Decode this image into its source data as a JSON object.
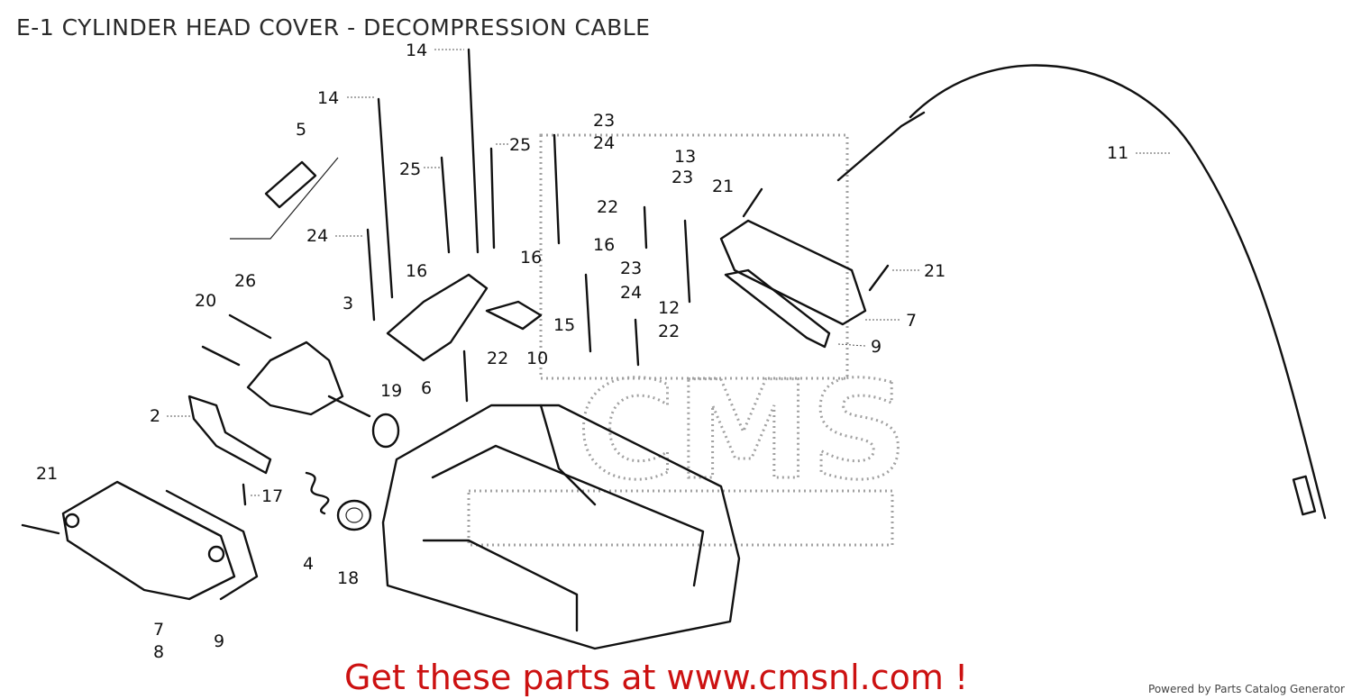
{
  "title": "E-1 CYLINDER HEAD COVER - DECOMPRESSION CABLE",
  "watermark": {
    "logo_text": "CMS"
  },
  "promo_text": "Get these parts at www.cmsnl.com !",
  "powered_by": "Powered by Parts Catalog Generator",
  "callouts": [
    {
      "id": "c-14a",
      "label": "14"
    },
    {
      "id": "c-14b",
      "label": "14"
    },
    {
      "id": "c-5",
      "label": "5"
    },
    {
      "id": "c-25a",
      "label": "25"
    },
    {
      "id": "c-25b",
      "label": "25"
    },
    {
      "id": "c-23a",
      "label": "23"
    },
    {
      "id": "c-24a",
      "label": "24"
    },
    {
      "id": "c-13",
      "label": "13"
    },
    {
      "id": "c-23b",
      "label": "23"
    },
    {
      "id": "c-21a",
      "label": "21"
    },
    {
      "id": "c-22a",
      "label": "22"
    },
    {
      "id": "c-16a",
      "label": "16"
    },
    {
      "id": "c-24b",
      "label": "24"
    },
    {
      "id": "c-16b",
      "label": "16"
    },
    {
      "id": "c-16c",
      "label": "16"
    },
    {
      "id": "c-23c",
      "label": "23"
    },
    {
      "id": "c-24c",
      "label": "24"
    },
    {
      "id": "c-12",
      "label": "12"
    },
    {
      "id": "c-22b",
      "label": "22"
    },
    {
      "id": "c-15",
      "label": "15"
    },
    {
      "id": "c-26",
      "label": "26"
    },
    {
      "id": "c-20",
      "label": "20"
    },
    {
      "id": "c-3",
      "label": "3"
    },
    {
      "id": "c-6",
      "label": "6"
    },
    {
      "id": "c-10",
      "label": "10"
    },
    {
      "id": "c-22c",
      "label": "22"
    },
    {
      "id": "c-19",
      "label": "19"
    },
    {
      "id": "c-2",
      "label": "2"
    },
    {
      "id": "c-21b",
      "label": "21"
    },
    {
      "id": "c-17",
      "label": "17"
    },
    {
      "id": "c-4",
      "label": "4"
    },
    {
      "id": "c-18",
      "label": "18"
    },
    {
      "id": "c-7a",
      "label": "7"
    },
    {
      "id": "c-8",
      "label": "8"
    },
    {
      "id": "c-9a",
      "label": "9"
    },
    {
      "id": "c-11",
      "label": "11"
    },
    {
      "id": "c-21c",
      "label": "21"
    },
    {
      "id": "c-7b",
      "label": "7"
    },
    {
      "id": "c-9b",
      "label": "9"
    }
  ]
}
